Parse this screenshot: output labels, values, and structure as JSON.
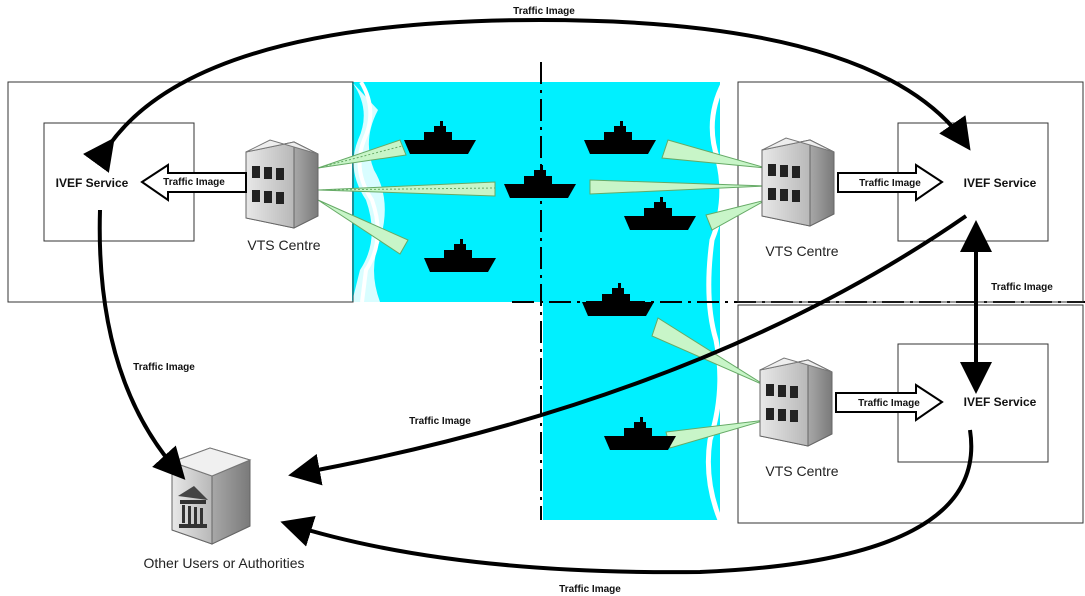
{
  "labels": {
    "traffic_image": "Traffic Image",
    "ivef_service": "IVEF Service",
    "vts_centre": "VTS Centre",
    "other_users": "Other Users or Authorities"
  },
  "colors": {
    "water": "#00f0ff",
    "radar_beam": "#c8f5c8",
    "building_face": "#d8d8d8",
    "ship": "#000000"
  },
  "icons": [
    "vts-building-icon",
    "ship-icon",
    "authority-building-icon",
    "radar-beam-icon"
  ]
}
